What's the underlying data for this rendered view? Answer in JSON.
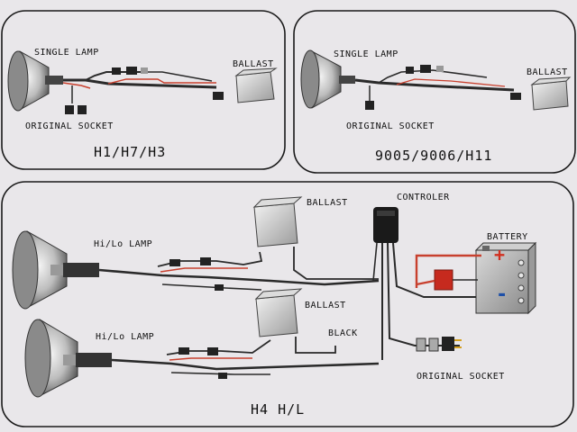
{
  "panels": {
    "h1": {
      "single_lamp": "SINGLE LAMP",
      "ballast": "BALLAST",
      "original_socket": "ORIGINAL SOCKET",
      "title": "H1/H7/H3"
    },
    "h9005": {
      "single_lamp": "SINGLE LAMP",
      "ballast": "BALLAST",
      "original_socket": "ORIGINAL SOCKET",
      "title": "9005/9006/H11"
    },
    "h4": {
      "ballast_top": "BALLAST",
      "controler": "CONTROLER",
      "hilo_lamp_top": "Hi/Lo LAMP",
      "battery": "BATTERY",
      "ballast_bottom": "BALLAST",
      "black": "BLACK",
      "hilo_lamp_bottom": "Hi/Lo LAMP",
      "original_socket": "ORIGINAL SOCKET",
      "title": "H4 H/L"
    }
  },
  "battery_symbols": {
    "plus": "+",
    "minus": "-"
  },
  "colors": {
    "background": "#e9e7ea",
    "panel_border": "#1a1a1a",
    "wire": "#2a2a2a",
    "red_wire": "#c8402e",
    "battery_plus": "#d13020",
    "battery_minus": "#1d4fa8",
    "relay_red": "#c62a1e"
  }
}
